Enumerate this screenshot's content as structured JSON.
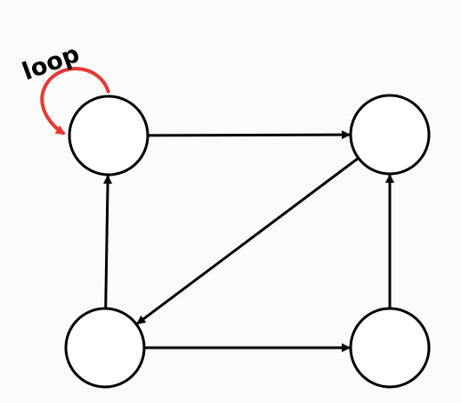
{
  "diagram": {
    "loop_label": "loop",
    "colors": {
      "node_stroke": "#000000",
      "node_fill": "#ffffff",
      "edge": "#000000",
      "loop": "#e53935",
      "background": "#fbfbfb"
    },
    "nodes": [
      {
        "id": "top-left"
      },
      {
        "id": "top-right"
      },
      {
        "id": "bottom-left"
      },
      {
        "id": "bottom-right"
      }
    ],
    "edges": [
      {
        "from": "top-left",
        "to": "top-right"
      },
      {
        "from": "top-right",
        "to": "bottom-left"
      },
      {
        "from": "bottom-left",
        "to": "top-left"
      },
      {
        "from": "bottom-left",
        "to": "bottom-right"
      },
      {
        "from": "bottom-right",
        "to": "top-right"
      }
    ],
    "self_loops": [
      {
        "node": "top-left"
      }
    ]
  }
}
